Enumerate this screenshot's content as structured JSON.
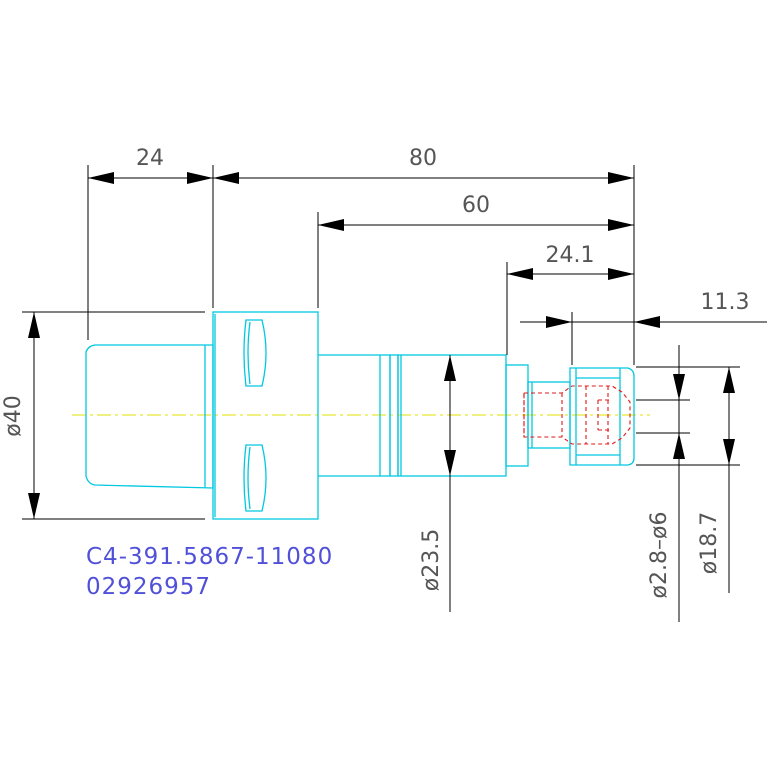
{
  "dimensions": {
    "len_24": "24",
    "len_80": "80",
    "len_60": "60",
    "len_24_1": "24.1",
    "len_11_3": "11.3",
    "dia_40": "ø40",
    "dia_23_5": "ø23.5",
    "dia_range": "ø2.8–ø6",
    "dia_18_7": "ø18.7"
  },
  "part": {
    "code": "C4-391.5867-11080",
    "number": "02926957"
  },
  "colors": {
    "outline": "#00c8e0",
    "dimension": "#000000",
    "hidden": "#e01818",
    "centerline": "#e0e000",
    "label": "#5050d8"
  }
}
